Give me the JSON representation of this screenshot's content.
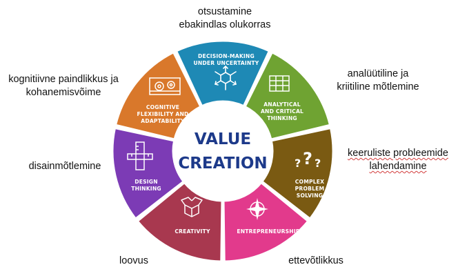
{
  "center": {
    "line1": "VALUE",
    "line2": "CREATION"
  },
  "segments": [
    {
      "id": "decision",
      "label_lines": [
        "DECISION-MAKING",
        "UNDER UNCERTAINTY"
      ],
      "color": "#1e89b5",
      "icon": "arrows-cube-icon",
      "external": [
        "otsustamine",
        "ebakindlas olukorras"
      ]
    },
    {
      "id": "analytical",
      "label_lines": [
        "ANALYTICAL",
        "AND CRITICAL",
        "THINKING"
      ],
      "color": "#6fa332",
      "icon": "grid-blocks-icon",
      "external": [
        "analüütiline ja",
        "kriitiline mõtlemine"
      ]
    },
    {
      "id": "complex",
      "label_lines": [
        "COMPLEX",
        "PROBLEM",
        "SOLVING"
      ],
      "color": "#7a5a12",
      "icon": "question-marks-icon",
      "external": [
        "keeruliste probleemide",
        "lahendamine"
      ]
    },
    {
      "id": "entrepreneurship",
      "label_lines": [
        "ENTREPRENEURSHIP"
      ],
      "color": "#e23a8c",
      "icon": "compass-star-icon",
      "external": [
        "ettevõtlikkus"
      ]
    },
    {
      "id": "creativity",
      "label_lines": [
        "CREATIVITY"
      ],
      "color": "#a8384f",
      "icon": "open-box-icon",
      "external": [
        "loovus"
      ]
    },
    {
      "id": "design",
      "label_lines": [
        "DESIGN",
        "THINKING"
      ],
      "color": "#7c3bb5",
      "icon": "ruler-square-icon",
      "external": [
        "disainmõtlemine"
      ]
    },
    {
      "id": "cognitive",
      "label_lines": [
        "COGNITIVE",
        "FLEXIBILITY AND",
        "ADAPTABILITY"
      ],
      "color": "#d9782b",
      "icon": "gears-puzzle-icon",
      "external": [
        "kognitiivne paindlikkus ja",
        "kohanemisvõime"
      ]
    }
  ]
}
